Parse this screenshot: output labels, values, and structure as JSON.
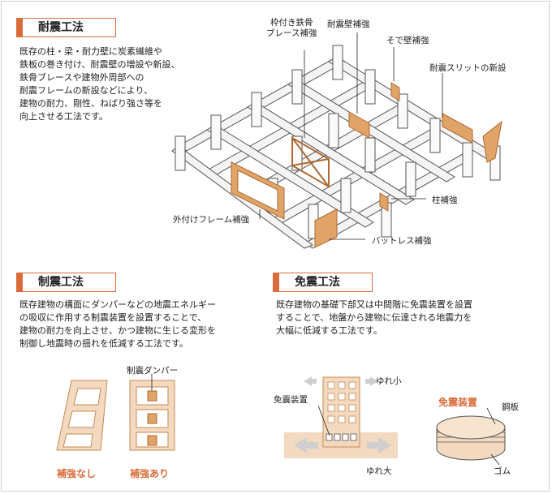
{
  "sections": {
    "taishin": {
      "title": "耐震工法",
      "description": "既存の柱・梁・耐力壁に炭素繊維や\n鉄板の巻き付け、耐震壁の増設や新設、\n鉄骨ブレースや建物外周部への\n耐震フレームの新設などにより、\n建物の耐力、剛性、ねばり強さ等を\n向上させる工法です。",
      "labels": {
        "brace": "枠付き鉄骨\nブレース補強",
        "wall": "耐震壁補強",
        "sode": "そで壁補強",
        "slit": "耐震スリットの新設",
        "column": "柱補強",
        "buttress": "バットレス補強",
        "outer_frame": "外付けフレーム補強"
      }
    },
    "seishin": {
      "title": "制震工法",
      "description": "既存建物の構面にダンパーなどの地震エネルギー\nの吸収に作用する制震装置を設置することで、\n建物の耐力を向上させ、かつ建物に生じる変形を\n制御し地震時の揺れを低減する工法です。",
      "labels": {
        "damper": "制震ダンパー",
        "without": "補強なし",
        "with": "補強あり"
      }
    },
    "menshin": {
      "title": "免震工法",
      "description": "既存建物の基礎下部又は中間階に免震装置を設置\nすることで、地盤から建物に伝達される地震力を\n大幅に低減する工法です。",
      "labels": {
        "device": "免震装置",
        "small_shake": "ゆれ小",
        "big_shake": "ゆれ大",
        "device_title": "免震装置",
        "steel": "鋼板",
        "rubber": "ゴム"
      }
    }
  },
  "colors": {
    "accent": "#d96c3a",
    "reinforce": "#e0a468",
    "frame_fill": "#f4f4f4",
    "frame_line": "#555555"
  }
}
